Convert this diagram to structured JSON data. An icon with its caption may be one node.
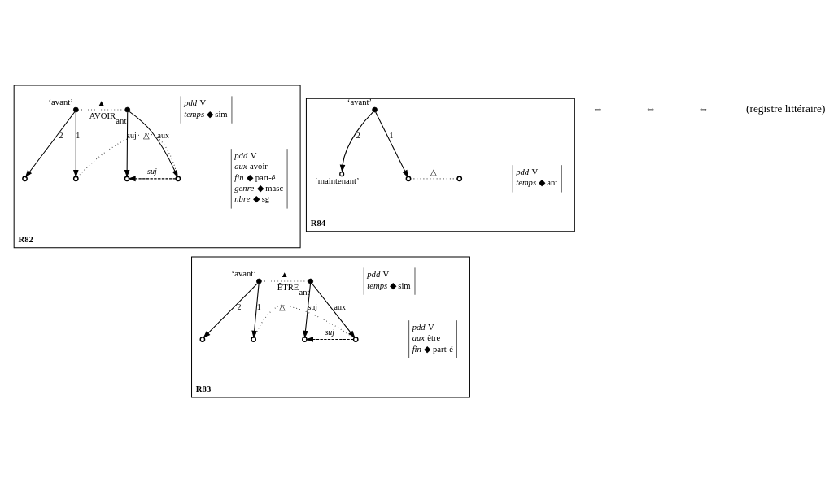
{
  "diagram": {
    "nodes": [
      {
        "text": [
          "R82"
        ]
      },
      {
        "text": [],
        "shape": "dot",
        "beside": [
          "‘avant’"
        ],
        "in": 0
      },
      {
        "text": [],
        "shape": "circle",
        "in": 0
      },
      {
        "text": [],
        "shape": "circle",
        "in": 0
      },
      {
        "text": [],
        "shape": "dot",
        "beside": [
          "AVOIR$_{ant}$"
        ],
        "in": 0
      },
      {
        "text": [
          "*pdd* V",
          "*temps* ◆ sim"
        ],
        "in": 0
      },
      {
        "text": [],
        "shape": "circle",
        "in": 0
      },
      {
        "text": [],
        "shape": "circle",
        "in": 0
      },
      {
        "text": [
          "*pdd* V",
          "*aux* avoir",
          "*fin* ◆ part-é",
          "*genre* ◆ masc",
          "*nbre* ◆ sg"
        ],
        "in": 0
      },
      {
        "text": [
          "R83"
        ]
      },
      {
        "text": [],
        "shape": "dot",
        "beside": [
          "‘avant’"
        ],
        "in": 9
      },
      {
        "text": [],
        "shape": "circle",
        "in": 9
      },
      {
        "text": [],
        "shape": "circle",
        "in": 9
      },
      {
        "text": [],
        "shape": "dot",
        "beside": [
          "ÊTRE$_{ant}$"
        ],
        "in": 9
      },
      {
        "text": [
          "*pdd* V",
          "*temps* ◆ sim"
        ],
        "in": 9
      },
      {
        "text": [],
        "shape": "circle",
        "in": 9
      },
      {
        "text": [],
        "shape": "circle",
        "in": 9
      },
      {
        "text": [
          "*pdd* V",
          "*aux* être",
          "*fin* ◆ part-é"
        ],
        "in": 9
      },
      {
        "text": [
          "R84"
        ]
      },
      {
        "text": [],
        "shape": "dot",
        "beside": [
          "‘avant’"
        ],
        "in": 18
      },
      {
        "text": [],
        "shape": "circle",
        "beside": [
          "‘maintenant’"
        ],
        "in": 18
      },
      {
        "text": [],
        "shape": "circle",
        "in": 18
      },
      {
        "text": [],
        "shape": "circle",
        "in": 18
      },
      {
        "text": [
          "*pdd* V",
          "*temps* ◆ ant"
        ],
        "in": 18
      }
    ],
    "edges": [
      {
        "from": 1,
        "to": 2,
        "arrow": "to",
        "label": "2"
      },
      {
        "from": 1,
        "to": 3,
        "arrow": "to",
        "label": "1"
      },
      {
        "from": 4,
        "to": 6,
        "arrow": "to",
        "label": "suj"
      },
      {
        "from": 4,
        "to": 7,
        "arrow": "to",
        "label": "aux"
      },
      {
        "from": 7,
        "to": 6,
        "arrow": "to",
        "label": "*suj*",
        "style": "dashed"
      },
      {
        "from": 1,
        "to": 4,
        "arrow": "none",
        "label": "▲",
        "style": "dashed"
      },
      {
        "from": 3,
        "to": 7,
        "arrow": "none",
        "label": "△",
        "style": "dashed"
      },
      {
        "from": 10,
        "to": 11,
        "arrow": "to",
        "label": "2"
      },
      {
        "from": 10,
        "to": 12,
        "arrow": "to",
        "label": "1"
      },
      {
        "from": 13,
        "to": 15,
        "arrow": "to",
        "label": "suj"
      },
      {
        "from": 13,
        "to": 16,
        "arrow": "to",
        "label": "aux"
      },
      {
        "from": 16,
        "to": 15,
        "arrow": "to",
        "label": "*suj*",
        "style": "dashed"
      },
      {
        "from": 10,
        "to": 13,
        "arrow": "none",
        "label": "▲",
        "style": "dashed"
      },
      {
        "from": 12,
        "to": 16,
        "arrow": "none",
        "label": "△",
        "style": "dashed"
      },
      {
        "from": 19,
        "to": 20,
        "arrow": "to",
        "label": "2"
      },
      {
        "from": 19,
        "to": 21,
        "arrow": "to",
        "label": "1"
      },
      {
        "from": 21,
        "to": 22,
        "arrow": "none",
        "label": "△",
        "style": "dashed"
      }
    ],
    "labels": [
      "⇔",
      "⇔",
      "⇔",
      "(registre littéraire)"
    ]
  }
}
